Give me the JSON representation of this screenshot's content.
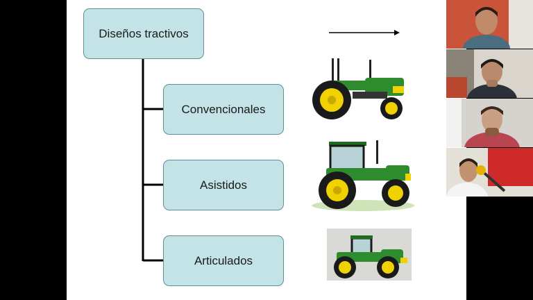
{
  "slide": {
    "title": "Diseños tractivos",
    "items": [
      {
        "label": "Convencionales",
        "icon": "conventional-tractor-icon"
      },
      {
        "label": "Asistidos",
        "icon": "assisted-tractor-icon"
      },
      {
        "label": "Articulados",
        "icon": "articulated-tractor-icon"
      }
    ],
    "arrow_icon": "right-arrow-icon"
  },
  "colors": {
    "box_fill": "#c3e3e6",
    "box_border": "#5f8e97",
    "tractor_green": "#2e8b2e",
    "tractor_yellow": "#f0d200"
  },
  "video_gallery": {
    "participants": [
      {
        "tile": "participant-1"
      },
      {
        "tile": "participant-2"
      },
      {
        "tile": "participant-3"
      },
      {
        "tile": "participant-4"
      }
    ]
  }
}
